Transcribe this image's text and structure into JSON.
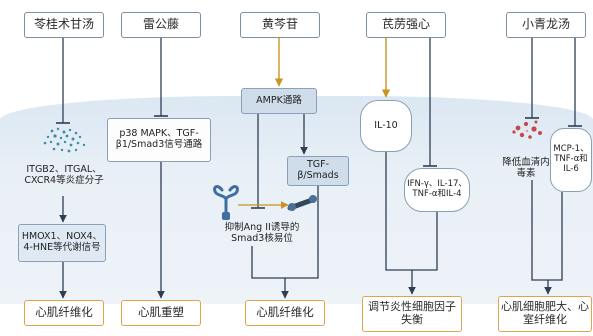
{
  "colors": {
    "band": "#dfe9f3",
    "line": "#2e3f55",
    "arrow_orange": "#c9941f",
    "box_border": "#8ba0b6",
    "foot_border": "#e0a24a",
    "particle": "#3c8fa6",
    "virus_red": "#c14a4a",
    "receptor": "#3f6fa0"
  },
  "columns": [
    {
      "id": "col1",
      "header": "苓桂术甘汤",
      "nodes": {
        "genes": "ITGB2、ITGAL、CXCR4等炎症分子",
        "metab": "HMOX1、NOX4、4-HNE等代谢信号"
      },
      "icon": "inflammatory-particles-icon",
      "footer": "心肌纤维化"
    },
    {
      "id": "col2",
      "header": "雷公藤",
      "nodes": {
        "pathway": "p38 MAPK、TGF-β1/Smad3信号通路"
      },
      "footer": "心肌重塑"
    },
    {
      "id": "col3",
      "header": "黄芩苷",
      "nodes": {
        "ampk": "AMPK通路",
        "tgf": "TGF-β/Smads",
        "inhibit": "抑制Ang II诱导的Smad3核易位"
      },
      "icon": "receptor-ligand-icon",
      "footer": "心肌纤维化"
    },
    {
      "id": "col4",
      "header": "芪苈强心",
      "nodes": {
        "il10": "IL-10",
        "cytokines": "IFN-γ、IL-17、TNF-α和IL-4"
      },
      "footer": "调节炎性细胞因子失衡"
    },
    {
      "id": "col5",
      "header": "小青龙汤",
      "nodes": {
        "toxin": "降低血清内毒素",
        "mcp": "MCP-1、TNF-α和IL-6"
      },
      "icon": "endotoxin-icon",
      "footer": "心肌细胞肥大、心室纤维化"
    }
  ]
}
